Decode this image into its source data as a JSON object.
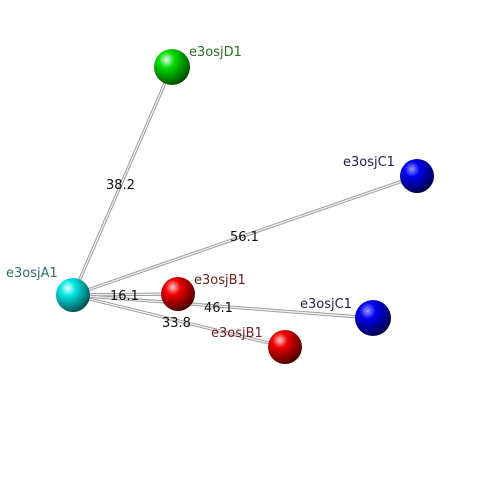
{
  "atoms": [
    {
      "id": "A1",
      "label": "e3osjA1",
      "fill": "#00e5e5",
      "label_color": "#2e6e6e"
    },
    {
      "id": "D1",
      "label": "e3osjD1",
      "fill": "#00dd00",
      "label_color": "#2a6e2a"
    },
    {
      "id": "C1a",
      "label": "e3osjC1",
      "fill": "#0000ee",
      "label_color": "#222255"
    },
    {
      "id": "B1a",
      "label": "e3osjB1",
      "fill": "#ee0000",
      "label_color": "#6a2222"
    },
    {
      "id": "C1b",
      "label": "e3osjC1",
      "fill": "#0000ee",
      "label_color": "#222255"
    },
    {
      "id": "B1b",
      "label": "e3osjB1",
      "fill": "#ee0000",
      "label_color": "#6a2222"
    }
  ],
  "distances": [
    {
      "from": "A1",
      "to": "D1",
      "value": "38.2"
    },
    {
      "from": "A1",
      "to": "C1a",
      "value": "56.1"
    },
    {
      "from": "A1",
      "to": "B1a",
      "value": "16.1"
    },
    {
      "from": "A1",
      "to": "C1b",
      "value": "46.1"
    },
    {
      "from": "A1",
      "to": "B1b",
      "value": "33.8"
    }
  ]
}
